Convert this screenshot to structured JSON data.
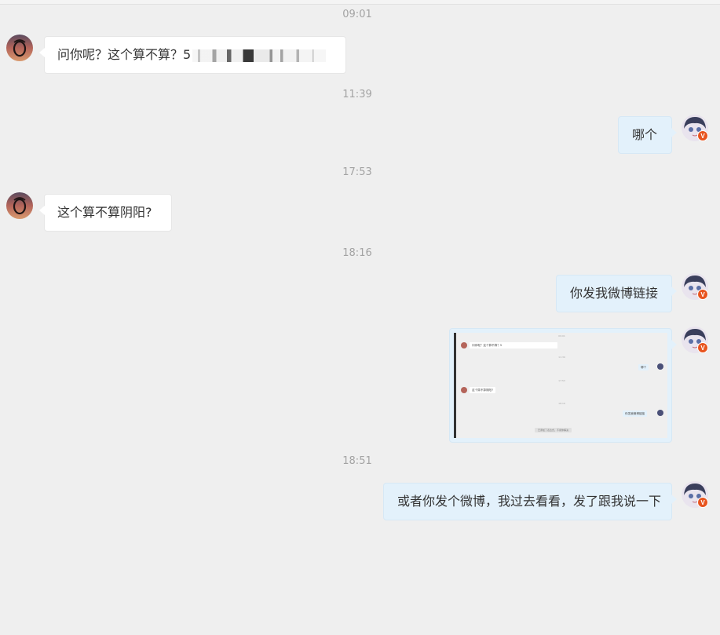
{
  "chat": {
    "messages": [
      {
        "time": "09:01",
        "side": "left",
        "text": "问你呢？这个算不算？5"
      },
      {
        "time": "11:39",
        "side": "right",
        "text": "哪个"
      },
      {
        "time": "17:53",
        "side": "left",
        "text": "这个算不算阴阳?"
      },
      {
        "time": "18:16",
        "side": "right",
        "text": "你发我微博链接"
      },
      {
        "time": "",
        "side": "right",
        "type": "image"
      },
      {
        "time": "18:51",
        "side": "right",
        "text": "或者你发个微博，我过去看看，发了跟我说一下"
      }
    ]
  },
  "screenshot_preview": {
    "times": [
      "09:01",
      "11:39",
      "17:53",
      "18:16"
    ],
    "msg1": "问你呢？这个算不算？5",
    "msg2": "哪个",
    "msg3": "这个算不算阴阳?",
    "msg4": "你发我微博链接",
    "notice": "已添加了表达式，不用你解决"
  },
  "badges": {
    "verified": "V"
  },
  "colors": {
    "background": "#efefef",
    "left_bubble": "#ffffff",
    "right_bubble": "#e3f1fb",
    "time_text": "#a3a3a3",
    "badge": "#e8541e"
  }
}
